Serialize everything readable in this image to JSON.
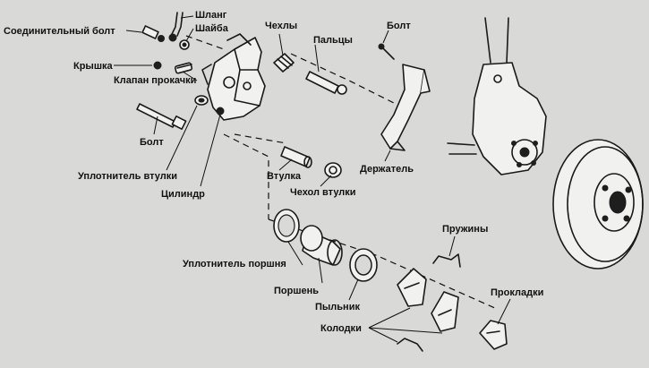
{
  "labels": {
    "connecting_bolt": "Соединительный болт",
    "hose": "Шланг",
    "washer": "Шайба",
    "boots": "Чехлы",
    "pins": "Пальцы",
    "bolt_top": "Болт",
    "cap": "Крышка",
    "bleeder_valve": "Клапан прокачки",
    "bolt_left": "Болт",
    "bushing_seal": "Уплотнитель втулки",
    "cylinder": "Цилиндр",
    "bushing": "Втулка",
    "bushing_boot": "Чехол втулки",
    "holder": "Держатель",
    "piston_seal": "Уплотнитель поршня",
    "piston": "Поршень",
    "dust_boot": "Пыльник",
    "pads": "Колодки",
    "springs": "Пружины",
    "shims": "Прокладки"
  }
}
